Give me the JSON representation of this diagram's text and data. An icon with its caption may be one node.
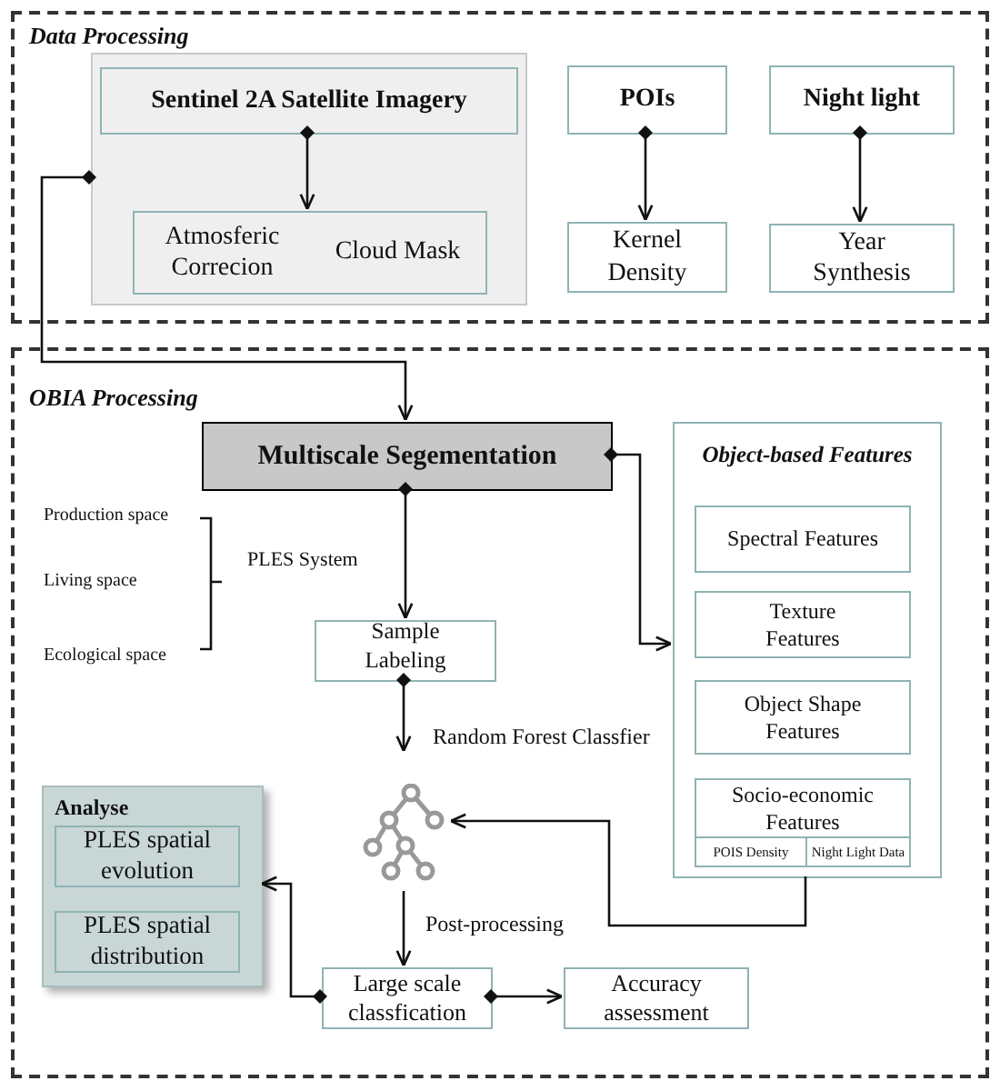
{
  "diagram": {
    "nodes": [
      {
        "text": [
          "Data Processing"
        ]
      },
      {
        "text": [],
        "shape": "box",
        "in": 0
      },
      {
        "text": [
          "Sentinel 2A Satellite Imagery"
        ],
        "in": 1
      },
      {
        "text": [
          "Atmosferic Correcion",
          "Cloud Mask"
        ],
        "in": 1
      },
      {
        "text": [
          "POIs"
        ],
        "in": 0
      },
      {
        "text": [
          "Kernel Density"
        ],
        "in": 0
      },
      {
        "text": [
          "Night light"
        ],
        "in": 0
      },
      {
        "text": [
          "Year Synthesis"
        ],
        "in": 0
      },
      {
        "text": [
          "OBIA Processing"
        ]
      },
      {
        "text": [
          "Multiscale Segementation"
        ],
        "in": 8
      },
      {
        "text": [
          "Object-based Features"
        ],
        "in": 8
      },
      {
        "text": [
          "Spectral Features"
        ],
        "in": 10
      },
      {
        "text": [
          "Texture Features"
        ],
        "in": 10
      },
      {
        "text": [
          "Object Shape Features"
        ],
        "in": 10
      },
      {
        "text": [
          "Socio-economic Features"
        ],
        "in": 10
      },
      {
        "text": [
          "POIS Density"
        ],
        "in": 14
      },
      {
        "text": [
          "Night Light Data"
        ],
        "in": 14
      },
      {
        "text": [
          "Sample Labeling"
        ],
        "in": 8
      },
      {
        "text": [],
        "shape": "tree",
        "in": 8
      },
      {
        "text": [
          "Analyse"
        ],
        "in": 8
      },
      {
        "text": [
          "PLES spatial evolution"
        ],
        "in": 19
      },
      {
        "text": [
          "PLES spatial distribution"
        ],
        "in": 19
      },
      {
        "text": [
          "Large scale classfication"
        ],
        "in": 8
      },
      {
        "text": [
          "Accuracy assessment"
        ],
        "in": 8
      }
    ],
    "edges": [
      {
        "from": 1,
        "to": 9,
        "arrow": "to"
      },
      {
        "from": 2,
        "to": 3,
        "arrow": "to"
      },
      {
        "from": 4,
        "to": 5,
        "arrow": "to"
      },
      {
        "from": 6,
        "to": 7,
        "arrow": "to"
      },
      {
        "from": 9,
        "to": 17,
        "arrow": "to"
      },
      {
        "from": 9,
        "to": 10,
        "arrow": "to"
      },
      {
        "from": 17,
        "to": 18,
        "arrow": "to",
        "label": "Random Forest Classfier"
      },
      {
        "from": 18,
        "to": 22,
        "arrow": "to",
        "label": "Post-processing"
      },
      {
        "from": 10,
        "to": 18,
        "arrow": "to"
      },
      {
        "from": 22,
        "to": 19,
        "arrow": "to"
      },
      {
        "from": 22,
        "to": 23,
        "arrow": "to"
      }
    ],
    "labels": [
      "Production space",
      "Living space",
      "Ecological space",
      "PLES System"
    ]
  }
}
